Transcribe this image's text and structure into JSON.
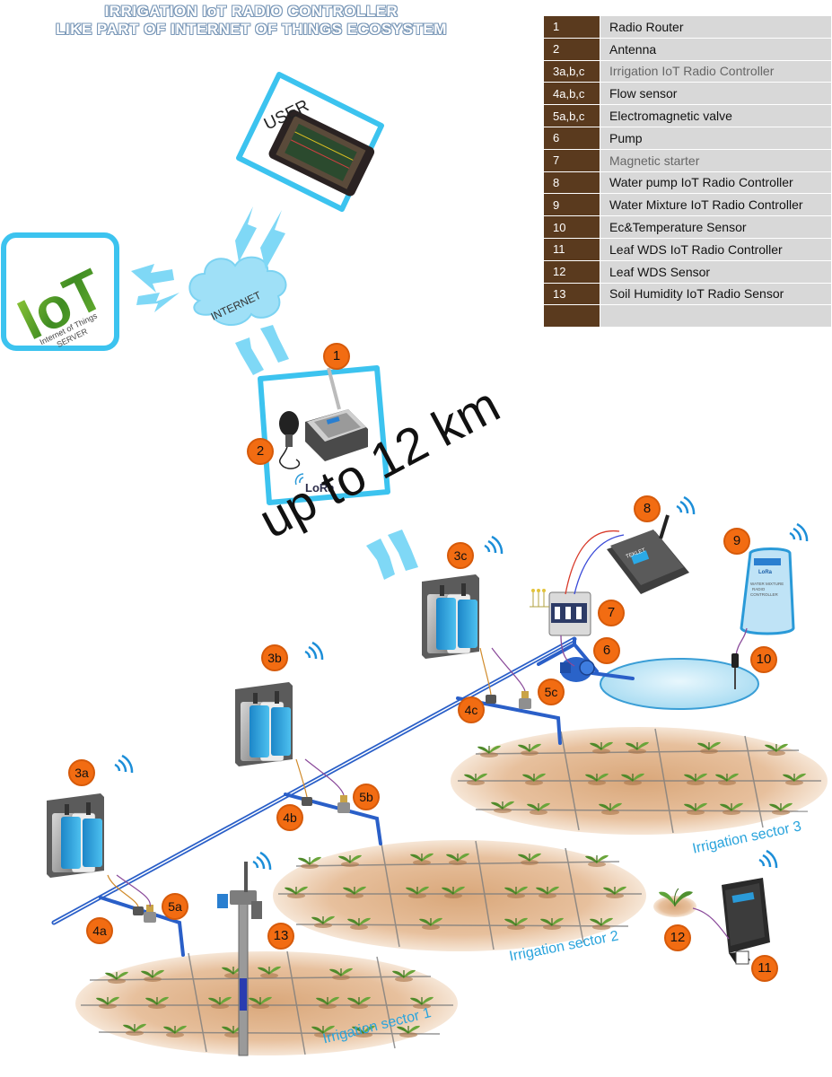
{
  "title": {
    "line1": "IRRIGATION IoT RADIO CONTROLLER",
    "line2": "LIKE PART OF INTERNET OF THINGS ECOSYSTEM"
  },
  "legend": [
    {
      "num": "1",
      "desc": "Radio Router"
    },
    {
      "num": "2",
      "desc": "Antenna"
    },
    {
      "num": "3a,b,c",
      "desc": "Irrigation IoT Radio Controller"
    },
    {
      "num": "4a,b,c",
      "desc": "Flow sensor"
    },
    {
      "num": "5a,b,c",
      "desc": "Electromagnetic valve"
    },
    {
      "num": "6",
      "desc": "Pump"
    },
    {
      "num": "7",
      "desc": "Magnetic starter"
    },
    {
      "num": "8",
      "desc": "Water pump IoT Radio Controller"
    },
    {
      "num": "9",
      "desc": "Water Mixture IoT Radio Controller"
    },
    {
      "num": "10",
      "desc": "Ec&Temperature Sensor"
    },
    {
      "num": "11",
      "desc": " Leaf WDS IoT Radio Controller"
    },
    {
      "num": "12",
      "desc": "Leaf WDS Sensor"
    },
    {
      "num": "13",
      "desc": "Soil Humidity IoT Radio Sensor"
    },
    {
      "num": "",
      "desc": ""
    }
  ],
  "nodes": {
    "user": "USER",
    "iot_logo": "IoT",
    "iot_sub1": "Internet of Things",
    "iot_sub2": "SERVER",
    "internet": "INTERNET",
    "lora": "LoRa",
    "range": "up to 12 km"
  },
  "callouts": {
    "c1": "1",
    "c2": "2",
    "c3a": "3a",
    "c3b": "3b",
    "c3c": "3c",
    "c4a": "4a",
    "c4b": "4b",
    "c4c": "4c",
    "c5a": "5a",
    "c5b": "5b",
    "c5c": "5c",
    "c6": "6",
    "c7": "7",
    "c8": "8",
    "c9": "9",
    "c10": "10",
    "c11": "11",
    "c12": "12",
    "c13": "13"
  },
  "sectors": {
    "s1": "Irrigation sector 1",
    "s2": "Irrigation sector 2",
    "s3": "Irrigation sector 3"
  },
  "colors": {
    "accent": "#3cc3ef",
    "callout": "#f26c12",
    "pipe": "#2a5fc8",
    "legend_num_bg": "#5a3a1e",
    "legend_desc_bg": "#d8d8d8"
  }
}
